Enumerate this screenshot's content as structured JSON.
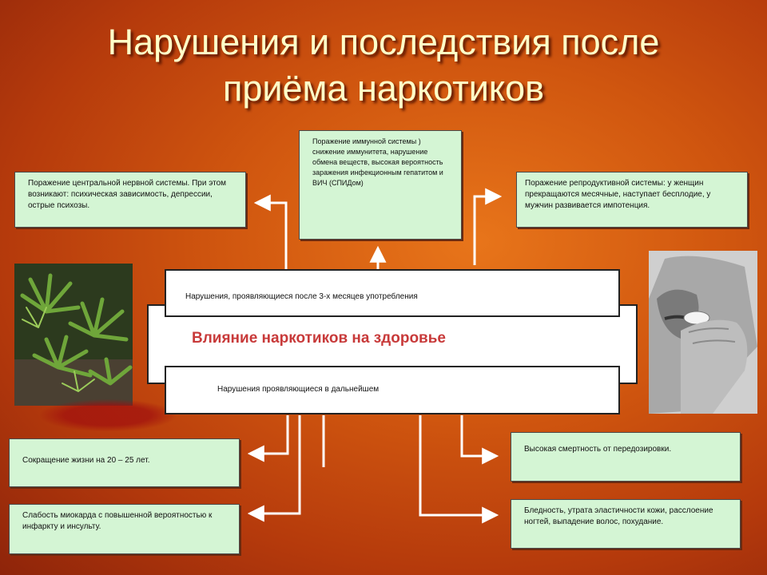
{
  "title": {
    "line1": "Нарушения и последствия после",
    "line2": "приёма наркотиков"
  },
  "center": {
    "top_label": "Нарушения, проявляющиеся после 3-х месяцев употребления",
    "main_label": "Влияние наркотиков на здоровье",
    "bottom_label": "Нарушения проявляющиеся в дальнейшем"
  },
  "boxes": {
    "cns": "Поражение центральной нервной системы. При этом возникают: психическая зависимость, депрессии, острые психозы.",
    "immune": [
      "Поражение иммунной системы )",
      "снижение иммунитета, нарушение обмена веществ, высокая вероятность заражения инфекционным гепатитом и ВИЧ (СПИДом)"
    ],
    "reproductive": "Поражение репродуктивной системы: у женщин прекращаются месячные, наступает бесплодие, у мужчин развивается импотенция.",
    "lifespan": "Сокращение жизни на 20 – 25 лет.",
    "myocard": "Слабость миокарда с повышенной вероятностью к инфаркту и инсульту.",
    "mortality": "Высокая смертность от передозировки.",
    "pallor": "Бледность, утрата эластичности кожи, расслоение ногтей, выпадение волос, похудание."
  },
  "colors": {
    "box_fill": "#d4f5d4",
    "title_color": "#ffffc8",
    "main_label_color": "#c83a3a"
  }
}
